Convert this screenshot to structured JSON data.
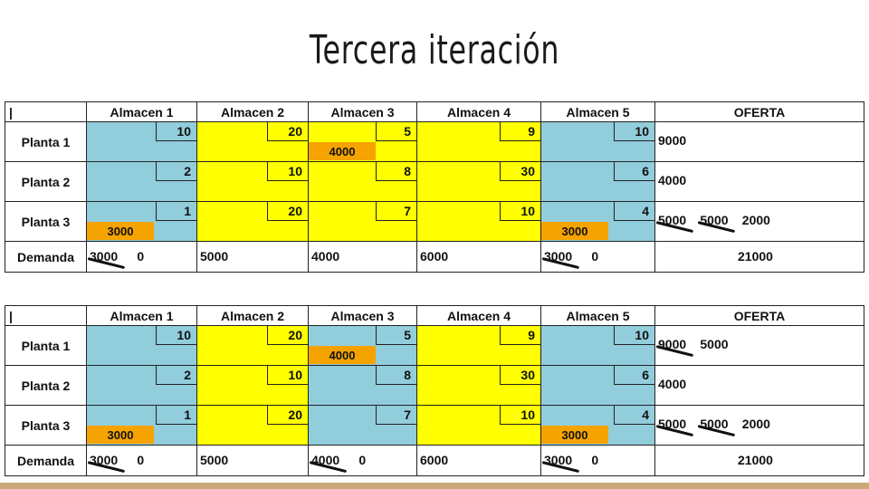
{
  "slide": {
    "title": "Tercera iteración"
  },
  "tables": [
    {
      "corner": "|",
      "headers": [
        "Almacen 1",
        "Almacen 2",
        "Almacen 3",
        "Almacen 4",
        "Almacen 5",
        "OFERTA"
      ],
      "rows": [
        {
          "label": "Planta 1",
          "costs": [
            "10",
            "20",
            "5",
            "9",
            "10"
          ],
          "offer": [
            {
              "text": "9000",
              "struck": false
            }
          ]
        },
        {
          "label": "Planta 2",
          "costs": [
            "2",
            "10",
            "8",
            "30",
            "6"
          ],
          "offer": [
            {
              "text": "4000",
              "struck": false
            }
          ]
        },
        {
          "label": "Planta 3",
          "costs": [
            "1",
            "20",
            "7",
            "10",
            "4"
          ],
          "offer": [
            {
              "text": "5000",
              "struck": true
            },
            {
              "text": "5000",
              "struck": true
            },
            {
              "text": "2000",
              "struck": false
            }
          ]
        }
      ],
      "allocations": {
        "p1_a3": "4000",
        "p3_a1": "3000",
        "p3_a5": "3000"
      },
      "demand_label": "Demanda",
      "demand": [
        [
          {
            "text": "3000",
            "struck": true
          },
          {
            "text": "0",
            "struck": false
          }
        ],
        [
          {
            "text": "5000",
            "struck": false
          }
        ],
        [
          {
            "text": "4000",
            "struck": false
          }
        ],
        [
          {
            "text": "6000",
            "struck": false
          }
        ],
        [
          {
            "text": "3000",
            "struck": true
          },
          {
            "text": "0",
            "struck": false
          }
        ]
      ],
      "total": "21000"
    },
    {
      "corner": "|",
      "headers": [
        "Almacen 1",
        "Almacen 2",
        "Almacen 3",
        "Almacen 4",
        "Almacen 5",
        "OFERTA"
      ],
      "rows": [
        {
          "label": "Planta 1",
          "costs": [
            "10",
            "20",
            "5",
            "9",
            "10"
          ],
          "offer": [
            {
              "text": "9000",
              "struck": true
            },
            {
              "text": "5000",
              "struck": false
            }
          ]
        },
        {
          "label": "Planta 2",
          "costs": [
            "2",
            "10",
            "8",
            "30",
            "6"
          ],
          "offer": [
            {
              "text": "4000",
              "struck": false
            }
          ]
        },
        {
          "label": "Planta 3",
          "costs": [
            "1",
            "20",
            "7",
            "10",
            "4"
          ],
          "offer": [
            {
              "text": "5000",
              "struck": true
            },
            {
              "text": "5000",
              "struck": true
            },
            {
              "text": "2000",
              "struck": false
            }
          ]
        }
      ],
      "allocations": {
        "p1_a3": "4000",
        "p3_a1": "3000",
        "p3_a5": "3000"
      },
      "demand_label": "Demanda",
      "demand": [
        [
          {
            "text": "3000",
            "struck": true
          },
          {
            "text": "0",
            "struck": false
          }
        ],
        [
          {
            "text": "5000",
            "struck": false
          }
        ],
        [
          {
            "text": "4000",
            "struck": true
          },
          {
            "text": "0",
            "struck": false
          }
        ],
        [
          {
            "text": "6000",
            "struck": false
          }
        ],
        [
          {
            "text": "3000",
            "struck": true
          },
          {
            "text": "0",
            "struck": false
          }
        ]
      ],
      "total": "21000"
    }
  ],
  "colors": {
    "table1": [
      "blue",
      "yellow",
      "yellow",
      "yellow",
      "blue"
    ],
    "table2": [
      "blue",
      "yellow",
      "blue",
      "yellow",
      "blue"
    ],
    "allocation": "#f5a300",
    "accent_bar": "#c9a97a"
  }
}
